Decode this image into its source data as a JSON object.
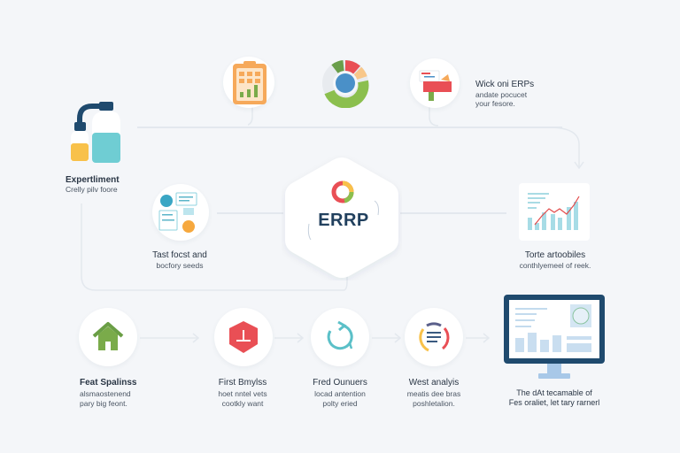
{
  "hub": {
    "label": "ERRP"
  },
  "top_row": {
    "clipboard": {
      "icon": "clipboard-chart-icon"
    },
    "donut": {
      "icon": "donut-chart-icon"
    },
    "mailbox": {
      "icon": "mailbox-icon",
      "title": "Wick oni ERPs",
      "sub1": "andate pocucet",
      "sub2": "your fesore."
    }
  },
  "experiment": {
    "icon": "flask-bottles-icon",
    "title": "Expertliment",
    "sub": "Crelly pilv foore"
  },
  "left_node": {
    "icon": "documents-icon",
    "title": "Tast focst and",
    "sub": "bocfory seeds"
  },
  "right_node": {
    "icon": "growth-chart-icon",
    "title": "Torte artoobiles",
    "sub": "conthlyemeel of reek."
  },
  "bottom_steps": [
    {
      "icon": "house-icon",
      "title": "Feat Spalinss",
      "sub1": "alsmaostenend",
      "sub2": "pary big feont."
    },
    {
      "icon": "shield-icon",
      "title": "First Bmylss",
      "sub1": "hoet nntel vets",
      "sub2": "cootkly want"
    },
    {
      "icon": "refresh-icon",
      "title": "Fred Ounuers",
      "sub1": "locad antention",
      "sub2": "polty eried"
    },
    {
      "icon": "report-cycle-icon",
      "title": "West analyis",
      "sub1": "meatis dee bras",
      "sub2": "poshletalion."
    }
  ],
  "monitor": {
    "icon": "dashboard-monitor-icon",
    "sub1": "The dAt tecamable of",
    "sub2": "Fes oraliet, let tary rarnerl"
  },
  "colors": {
    "navy": "#1f4a6e",
    "teal": "#5bc8cf",
    "orange": "#f6a95a",
    "green": "#7aab4a",
    "red": "#e94f55",
    "blue": "#4a90c8",
    "background": "#f4f6f9"
  }
}
